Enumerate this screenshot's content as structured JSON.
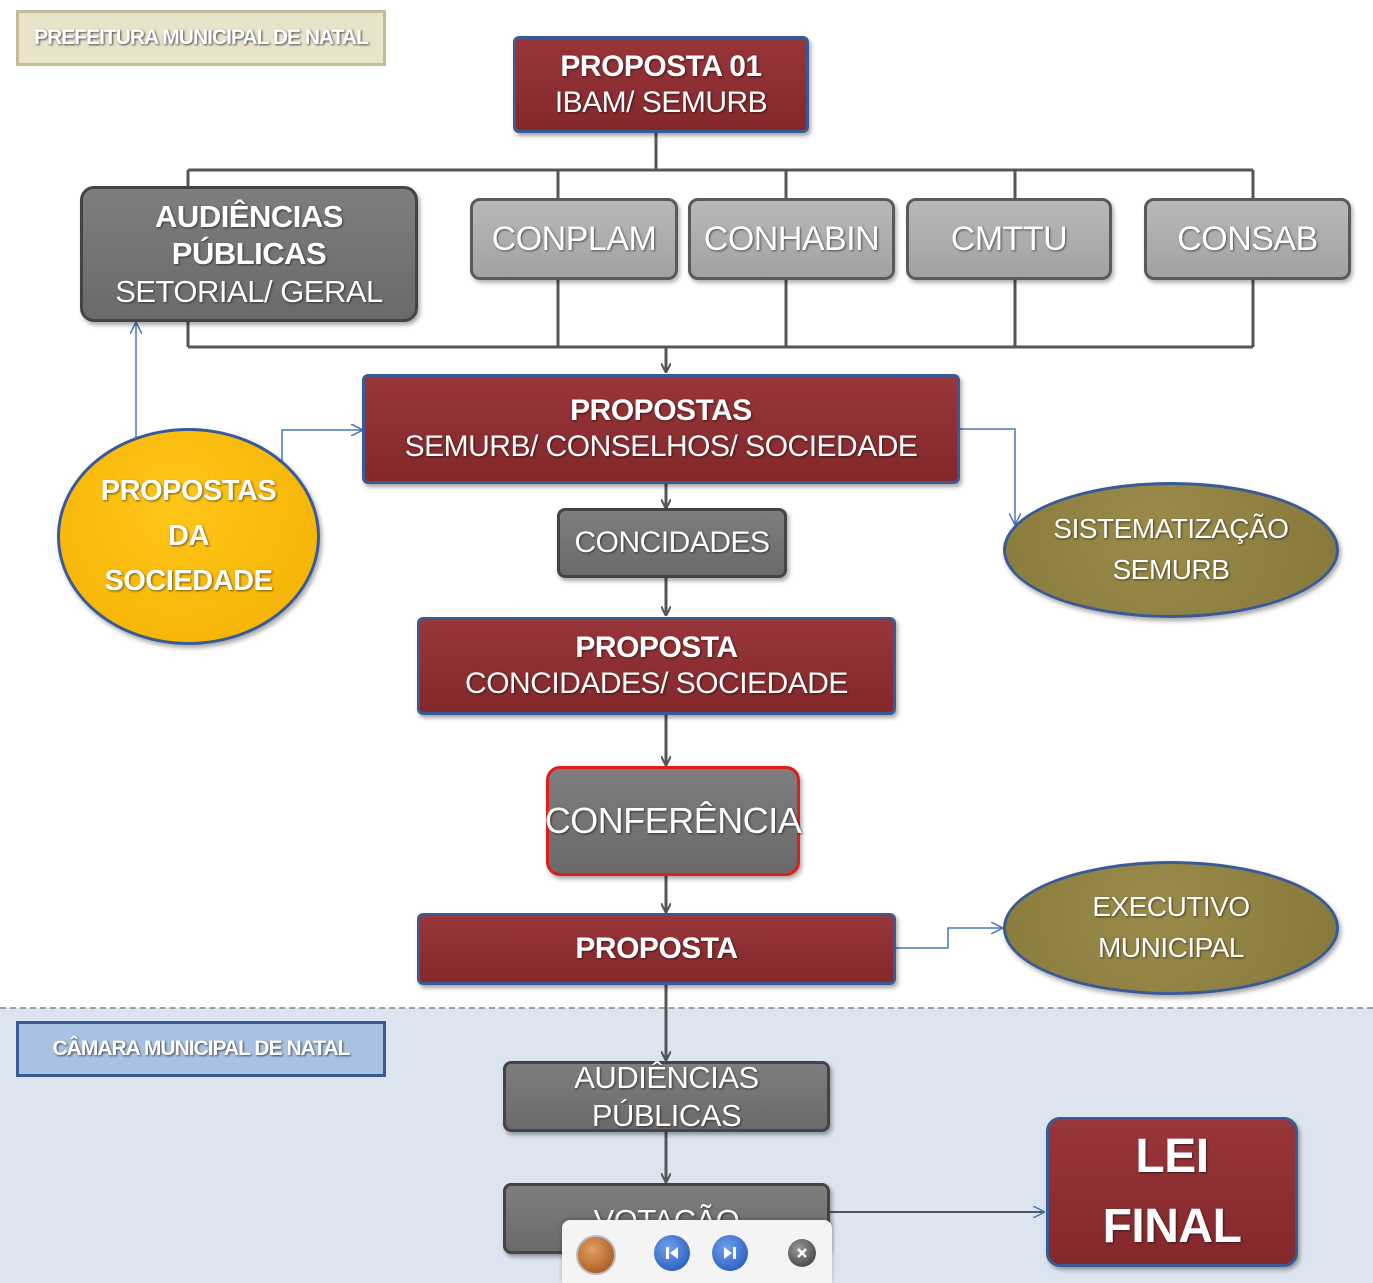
{
  "header": {
    "prefeitura_label": "PREFEITURA MUNICIPAL DE NATAL",
    "camara_label": "CÂMARA MUNICIPAL DE NATAL"
  },
  "nodes": {
    "proposta01": {
      "title": "PROPOSTA 01",
      "sub": "IBAM/ SEMURB"
    },
    "audiencias_top": {
      "title": "AUDIÊNCIAS PÚBLICAS",
      "sub": "SETORIAL/ GERAL"
    },
    "conplam": "CONPLAM",
    "conhabin": "CONHABIN",
    "cmttu": "CMTTU",
    "consab": "CONSAB",
    "propostas": {
      "title": "PROPOSTAS",
      "sub": "SEMURB/ CONSELHOS/ SOCIEDADE"
    },
    "sociedade": {
      "line1": "PROPOSTAS",
      "line2": "DA",
      "line3": "SOCIEDADE"
    },
    "sistematizacao": {
      "line1": "SISTEMATIZAÇÃO",
      "line2": "SEMURB"
    },
    "concidades": "CONCIDADES",
    "proposta_concidades": {
      "title": "PROPOSTA",
      "sub": "CONCIDADES/ SOCIEDADE"
    },
    "conferencia": "CONFERÊNCIA",
    "proposta_final": "PROPOSTA",
    "executivo": {
      "line1": "EXECUTIVO",
      "line2": "MUNICIPAL"
    },
    "audiencias_bottom": "AUDIÊNCIAS PÚBLICAS",
    "votacao": "VOTAÇÃO",
    "lei_final": {
      "line1": "LEI",
      "line2": "FINAL"
    }
  },
  "colors": {
    "red": "#8c2e31",
    "border_blue": "#3a5a96",
    "dark_gray": "#747474",
    "light_gray": "#adadad",
    "gold": "#f5b800",
    "olive": "#8b7d3f"
  },
  "toolbar": {
    "icons": [
      "menu-icon",
      "previous-icon",
      "next-icon",
      "close-icon"
    ]
  }
}
